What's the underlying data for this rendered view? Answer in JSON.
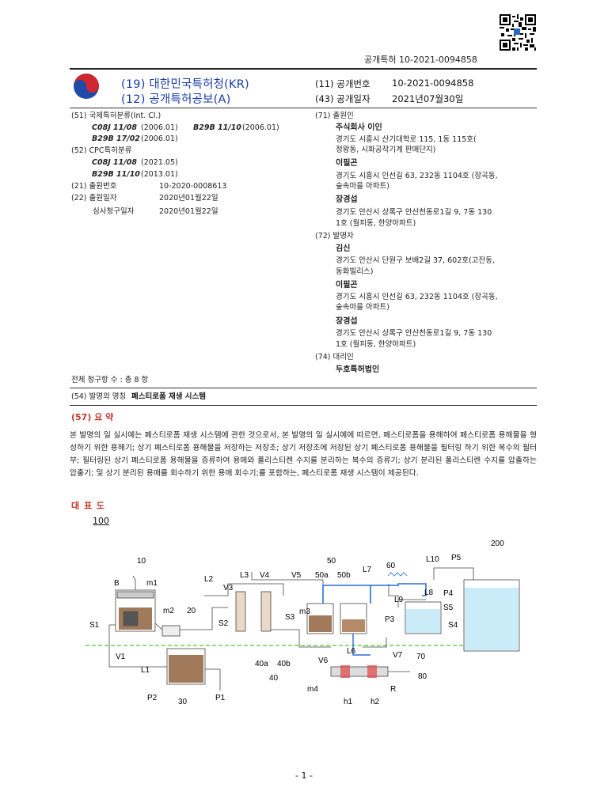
{
  "header": {
    "doc_label": "공개특허 10-2021-0094858",
    "office": "(19) 대한민국특허청(KR)",
    "gazette": "(12) 공개특허공보(A)",
    "pub_no_key": "(11) 공개번호",
    "pub_no_val": "10-2021-0094858",
    "pub_date_key": "(43) 공개일자",
    "pub_date_val": "2021년07월30일"
  },
  "left_biblio": {
    "intl_class_label": "(51) 국제특허분류(Int. Cl.)",
    "intl_1a": "C08J 11/08",
    "intl_1b": "(2006.01)",
    "intl_1c": "B29B 11/10",
    "intl_1d": "(2006.01)",
    "intl_2a": "B29B 17/02",
    "intl_2b": "(2006.01)",
    "cpc_label": "(52) CPC특허분류",
    "cpc_1a": "C08J 11/08",
    "cpc_1b": "(2021.05)",
    "cpc_2a": "B29B 11/10",
    "cpc_2b": "(2013.01)",
    "app_no_label": "(21) 출원번호",
    "app_no_val": "10-2020-0008613",
    "app_date_label": "(22) 출원일자",
    "app_date_val": "2020년01월22일",
    "exam_label": "심사청구일자",
    "exam_val": "2020년01월22일",
    "claims": "전체 청구항 수 : 총 8 항"
  },
  "right_biblio": {
    "applicant_label": "(71) 출원인",
    "applicant_1": "주식회사 이인",
    "applicant_1_addr1": "경기도 시흥시 산기대학로 115, 1동 115호(",
    "applicant_1_addr2": "정왕동, 시화공작기계 판매단지)",
    "applicant_2": "이필곤",
    "applicant_2_addr1": "경기도 시흥시 인선길 63, 232동 1104호 (장곡동,",
    "applicant_2_addr2": "숲속마을 아파트)",
    "applicant_3": "장경섭",
    "applicant_3_addr1": "경기도 안산시 상록구 안산천동로1길 9, 7동 130",
    "applicant_3_addr2": "1호 (월피동, 한양아파트)",
    "inventor_label": "(72) 발명자",
    "inventor_1": "김신",
    "inventor_1_addr1": "경기도 안산시 단원구 보배2길 37, 602호(고잔동,",
    "inventor_1_addr2": "동화빌리스)",
    "inventor_2": "이필곤",
    "inventor_2_addr1": "경기도 시흥시 인선길 63, 232동 1104호 (장곡동,",
    "inventor_2_addr2": "숲속마을 아파트)",
    "inventor_3": "장경섭",
    "inventor_3_addr1": "경기도 안산시 상록구 안산천동로1길 9, 7동 130",
    "inventor_3_addr2": "1호 (월피동, 한양아파트)",
    "agent_label": "(74) 대리인",
    "agent_1": "두호특허법인"
  },
  "title_label": "(54) 발명의 명칭",
  "title_val": "폐스티로폼 재생 시스템",
  "abstract_label": "(57) 요 약",
  "abstract": "본 발명의 일 실시예는 폐스티로폼 재생 시스템에 관한 것으로서, 본 발명의 일 실시예에 따르면, 폐스티로폼을 용해하여 폐스티로폼 용해물을 형성하기 위한 용해기; 상기 폐스티로폼 용해물을 저장하는 저장조; 상기 저장조에 저장된 상기 폐스티로폼 용해물을 필터링 하기 위한 복수의 필터부; 필터링된 상기 폐스티로폼 용해물을 증류하여 용매와 폴리스티렌 수지를 분리하는 복수의 증류기; 상기 분리된 폴리스티렌 수지를 압출하는 압출기; 및 상기 분리된 용매를 회수하기 위한 용매 회수기;를 포함하는, 폐스티로폼 재생 시스템이 제공된다.",
  "rep_drawing_label": "대 표 도",
  "rep_drawing_no": "100",
  "diagram_labels": {
    "n10": "10",
    "B": "B",
    "m1": "m1",
    "S1": "S1",
    "V1": "V1",
    "L1": "L1",
    "m2": "m2",
    "n20": "20",
    "L2": "L2",
    "V3": "V3",
    "S2": "S2",
    "L3": "L3",
    "V4": "V4",
    "V5": "V5",
    "n50": "50",
    "n50a": "50a",
    "n50b": "50b",
    "L7": "L7",
    "n60": "60",
    "L10": "L10",
    "P5": "P5",
    "n200": "200",
    "m3": "m3",
    "S3": "S3",
    "L9": "L9",
    "L8": "L8",
    "P4": "P4",
    "P3": "P3",
    "S5": "S5",
    "S4": "S4",
    "n70": "70",
    "n40a": "40a",
    "n40b": "40b",
    "n40": "40",
    "V6": "V6",
    "L6": "L6",
    "V7": "V7",
    "n80": "80",
    "m4": "m4",
    "h1": "h1",
    "h2": "h2",
    "R": "R",
    "P2": "P2",
    "n30": "30",
    "P1": "P1"
  },
  "page_no": "- 1 -"
}
